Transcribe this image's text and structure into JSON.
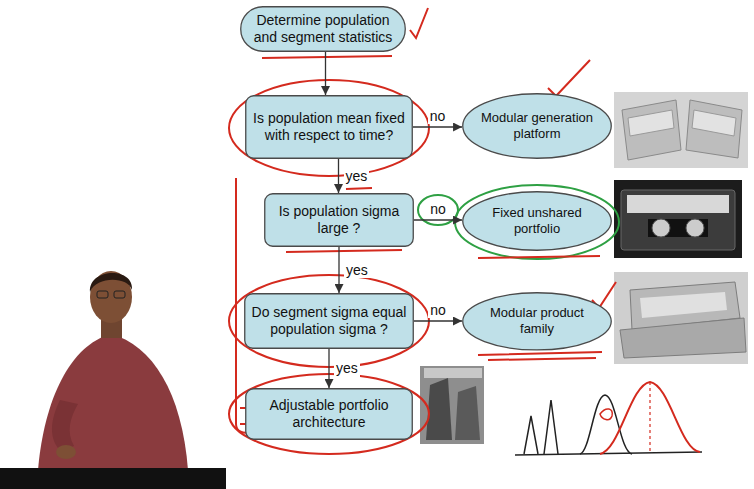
{
  "diagram": {
    "nodes": [
      {
        "text": [
          "Determine population and segment statistics"
        ]
      },
      {
        "text": [
          "Is population mean fixed with respect to time?"
        ]
      },
      {
        "text": [
          "Modular generation platform"
        ]
      },
      {
        "text": [
          "Is population sigma large ?"
        ]
      },
      {
        "text": [
          "Fixed unshared portfolio"
        ]
      },
      {
        "text": [
          "Do segment sigma equal population sigma ?"
        ]
      },
      {
        "text": [
          "Modular product family"
        ]
      },
      {
        "text": [
          "Adjustable portfolio architecture"
        ]
      }
    ],
    "edges": [
      {
        "from": 0,
        "to": 1,
        "arrow": "to"
      },
      {
        "from": 1,
        "to": 2,
        "label": "no",
        "arrow": "to"
      },
      {
        "from": 1,
        "to": 3,
        "label": "yes",
        "arrow": "to"
      },
      {
        "from": 3,
        "to": 4,
        "label": "no",
        "arrow": "to"
      },
      {
        "from": 3,
        "to": 5,
        "label": "yes",
        "arrow": "to"
      },
      {
        "from": 5,
        "to": 6,
        "label": "no",
        "arrow": "to"
      },
      {
        "from": 5,
        "to": 7,
        "label": "yes",
        "arrow": "to"
      }
    ]
  }
}
